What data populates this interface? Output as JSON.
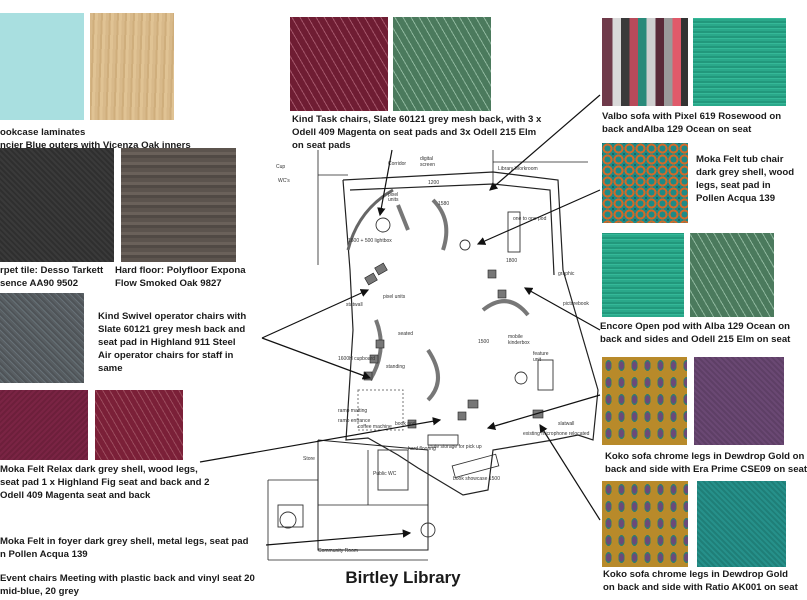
{
  "title": "Birtley Library",
  "captions": {
    "bookcase": [
      "ookcase laminates",
      "ncier Blue outers with Vicenza Oak inners"
    ],
    "carpet": [
      "rpet tile: Desso Tarkett",
      "sence  AA90 9502"
    ],
    "hardfloor": [
      "Hard floor: Polyfloor Expona",
      "Flow Smoked Oak 9827"
    ],
    "swivel": [
      "Kind Swivel operator chairs with",
      "Slate 60121 grey mesh back and",
      "seat pad in Highland 911 Steel",
      "Air operator chairs for staff in",
      "same"
    ],
    "relax": [
      "Moka Felt Relax dark grey shell, wood legs,",
      "seat pad 1 x Highland Fig seat and back and 2",
      "Odell 409 Magenta seat and back"
    ],
    "foyer": [
      "Moka Felt in foyer dark grey shell, metal legs, seat pad",
      "n Pollen Acqua 139"
    ],
    "event": [
      "Event chairs Meeting with plastic back and vinyl seat 20",
      "mid-blue, 20 grey"
    ],
    "task": [
      "Kind Task chairs, Slate 60121 grey mesh back, with 3 x",
      "Odell 409 Magenta on seat pads and 3x Odell 215 Elm",
      "on seat pads"
    ],
    "valbo": [
      "Valbo sofa with Pixel 619 Rosewood on",
      "back andAlba 129 Ocean on seat"
    ],
    "tub": [
      "Moka Felt tub chair",
      "dark grey shell, wood",
      "legs, seat pad in",
      "Pollen Acqua 139"
    ],
    "encore": [
      "Encore Open pod with Alba 129 Ocean on",
      "back and sides and Odell 215 Elm on seat"
    ],
    "koko1": [
      "Koko sofa chrome legs in Dewdrop Gold on",
      "back and side with Era Prime CSE09 on seat"
    ],
    "koko2": [
      "Koko sofa chrome legs in Dewdrop Gold",
      "on back and side with Ratio AK001 on seat"
    ]
  },
  "plan_labels": {
    "corridor": "Corridor",
    "digital": "digital",
    "screen": "screen",
    "workroom": "Library Workroom",
    "cupboard": "Cup",
    "wc": "WC's",
    "lightbox": "1600 + 500 lightbox",
    "pixel": "pixel",
    "units": "units",
    "d1200": "1200",
    "d1580": "1580",
    "onetoone": "one to one pod",
    "d1800": "1800",
    "graphic": "graphic",
    "picturebook": "picturebook",
    "statwall": "statwall",
    "pixelunits": "pixel units",
    "seated": "seated",
    "standing": "standing",
    "d1600h": "1600H cupboard",
    "mobile": "mobile",
    "kinderbox": "kinderbox",
    "feature": "feature",
    "unit": "unit",
    "d1500": "1500",
    "ramp": "ramp matting",
    "entrance": "ramp entrance",
    "coffee": "coffee machine",
    "bookpod": "book pod",
    "crate": "crate storage for pick up",
    "existing": "existing microphone relocated",
    "store": "Store",
    "public": "Public WC",
    "hardflooring": "hard flooring",
    "showcase": "book showcase 1500",
    "community": "Community Room",
    "slatwall": "slatwall"
  },
  "colors": {
    "bookcase_blue": "#a9dfe0",
    "oak": "#d8b98a",
    "carpet": "#3a3a3a",
    "hardfloor": "#5c544e",
    "steel": "#585e62",
    "magenta": "#7b2038",
    "elm": "#4b7a5d",
    "ocean": "#2aa88a",
    "pollen": "#1e8a86",
    "gold": "#b88a2a",
    "era_purple": "#5e3f66",
    "ratio_teal": "#1f7f78"
  }
}
